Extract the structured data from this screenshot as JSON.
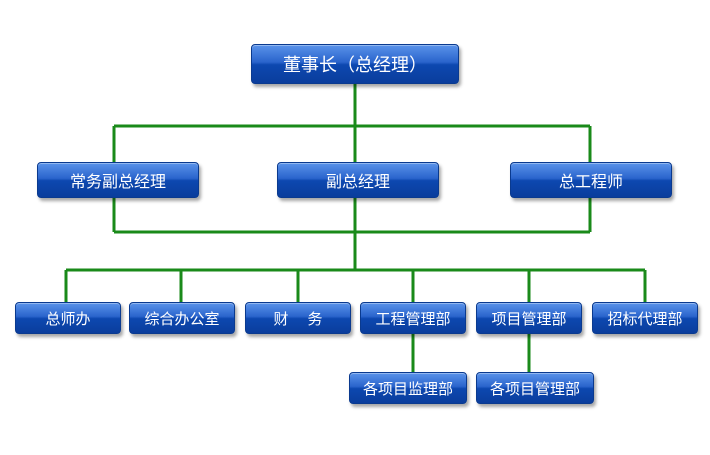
{
  "chairman": "董事长（总经理）",
  "level2": {
    "left": "常务副总经理",
    "center": "副总经理",
    "right": "总工程师"
  },
  "departments": [
    "总师办",
    "综合办公室",
    "财    务",
    "工程管理部",
    "项目管理部",
    "招标代理部"
  ],
  "subunits": {
    "engineering": "各项目监理部",
    "project": "各项目管理部"
  },
  "colors": {
    "connector": "#1a8a1a",
    "box": "#1552c0",
    "text": "#ffffff"
  }
}
